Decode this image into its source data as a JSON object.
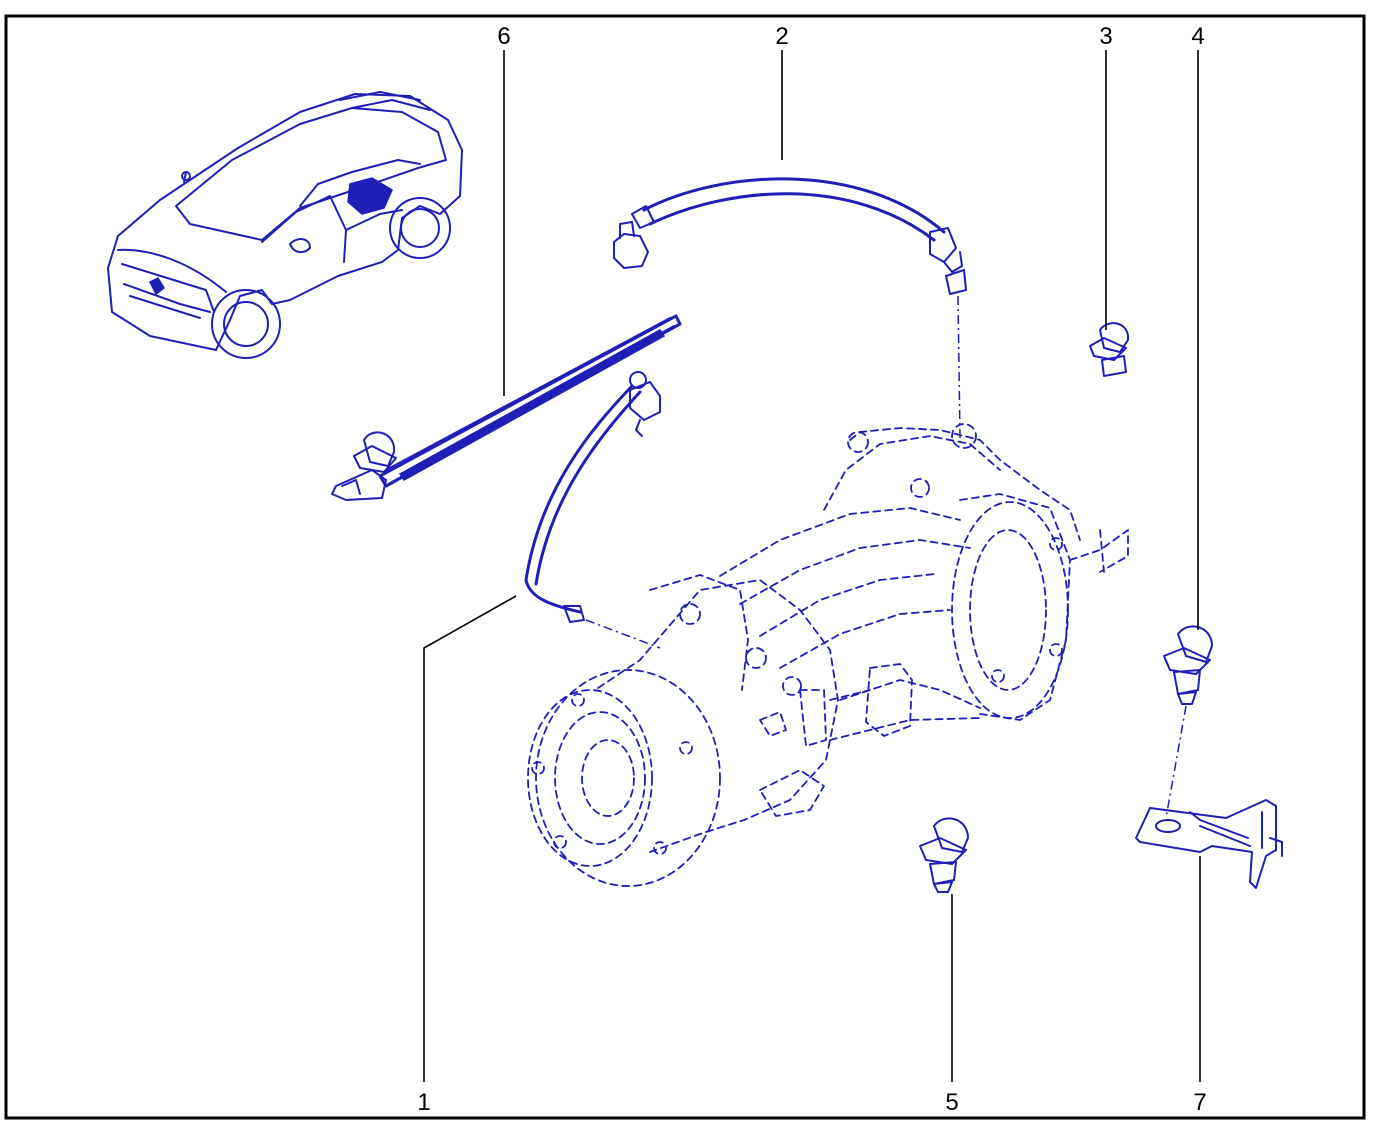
{
  "callouts": {
    "c1": "1",
    "c2": "2",
    "c3": "3",
    "c4": "4",
    "c5": "5",
    "c6": "6",
    "c7": "7"
  },
  "colors": {
    "part_line": "#1f1fb8",
    "frame": "#000000",
    "background": "#ffffff"
  },
  "icons": {
    "vehicle": "suv-outline-icon",
    "housing": "axle-housing-ghost-icon",
    "hose": "breather-hose-icon",
    "clip": "hose-clip-icon",
    "fastener": "clip-fastener-icon",
    "strip": "clip-strip-icon",
    "bracket": "mounting-bracket-icon"
  }
}
